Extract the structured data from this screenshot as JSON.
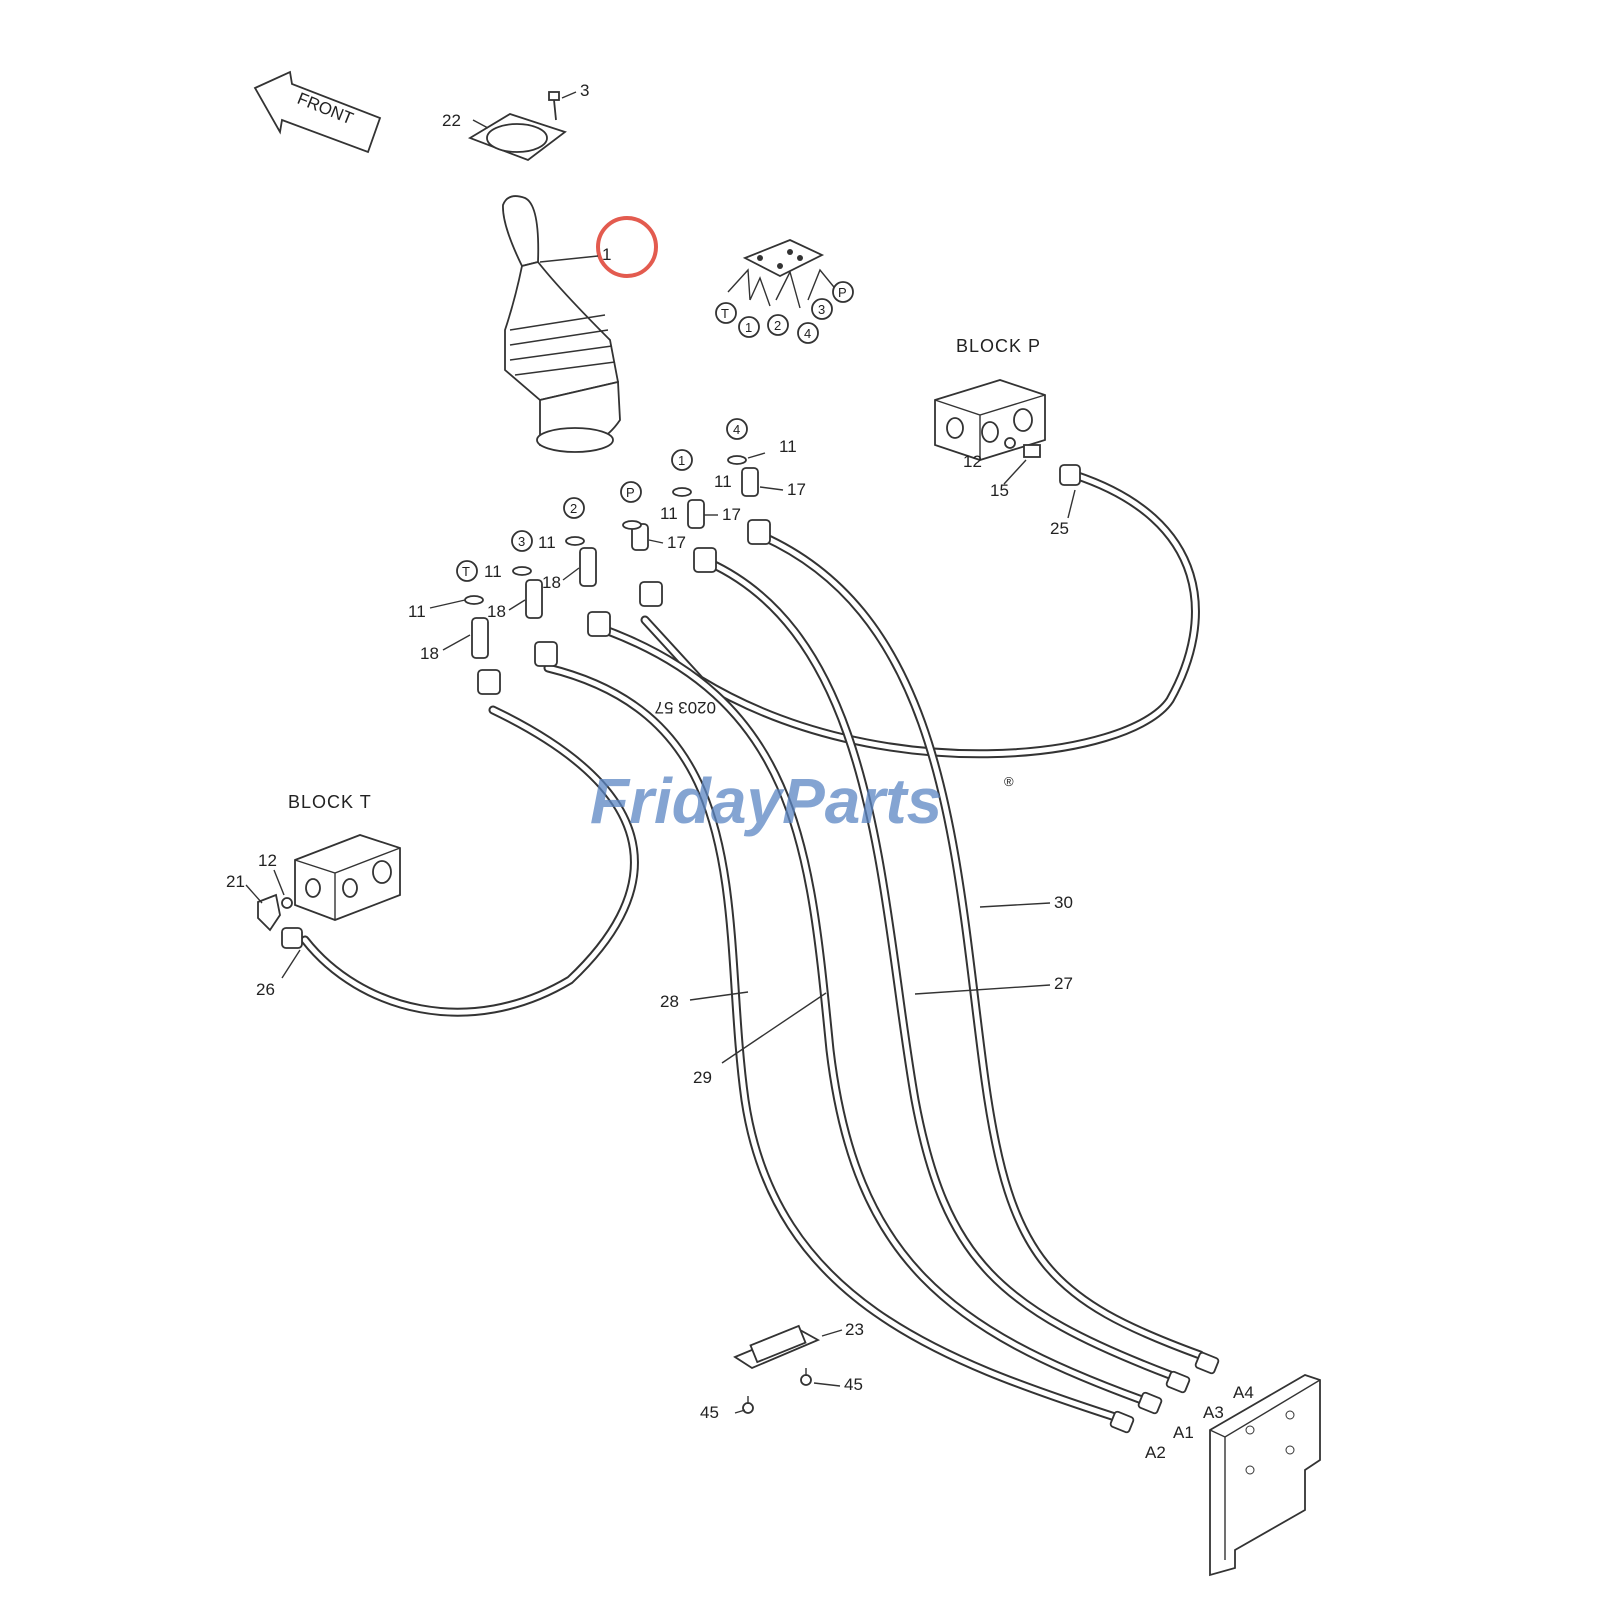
{
  "direction_arrow": "FRONT",
  "blocks": {
    "p": "BLOCK  P",
    "t": "BLOCK  T"
  },
  "port_symbols": {
    "schematic": [
      "T",
      "1",
      "2",
      "4",
      "3",
      "P"
    ],
    "hoses": [
      "T",
      "3",
      "2",
      "P",
      "1",
      "4"
    ]
  },
  "callouts": {
    "l1": "1",
    "l3": "3",
    "l22": "22",
    "l11_4": "11",
    "l11_1": "11",
    "l11_p": "11",
    "l11_2": "11",
    "l11_3": "11",
    "l11_t": "11",
    "l17_a": "17",
    "l17_b": "17",
    "l17_c": "17",
    "l18_a": "18",
    "l18_b": "18",
    "l18_c": "18",
    "l12_p": "12",
    "l15": "15",
    "l25": "25",
    "l12_t": "12",
    "l21": "21",
    "l26": "26",
    "l30": "30",
    "l27": "27",
    "l28": "28",
    "l29": "29",
    "l23": "23",
    "l45_a": "45",
    "l45_b": "45"
  },
  "outlets": [
    "A4",
    "A3",
    "A1",
    "A2"
  ],
  "stamp": "0203 57",
  "watermark": {
    "brand": "FridayParts",
    "trademark": "®"
  },
  "colors": {
    "highlight_ring": "#e35b4f",
    "watermark": "#5b86c4",
    "watermark_accent": "#f0a848",
    "line": "#333333"
  }
}
